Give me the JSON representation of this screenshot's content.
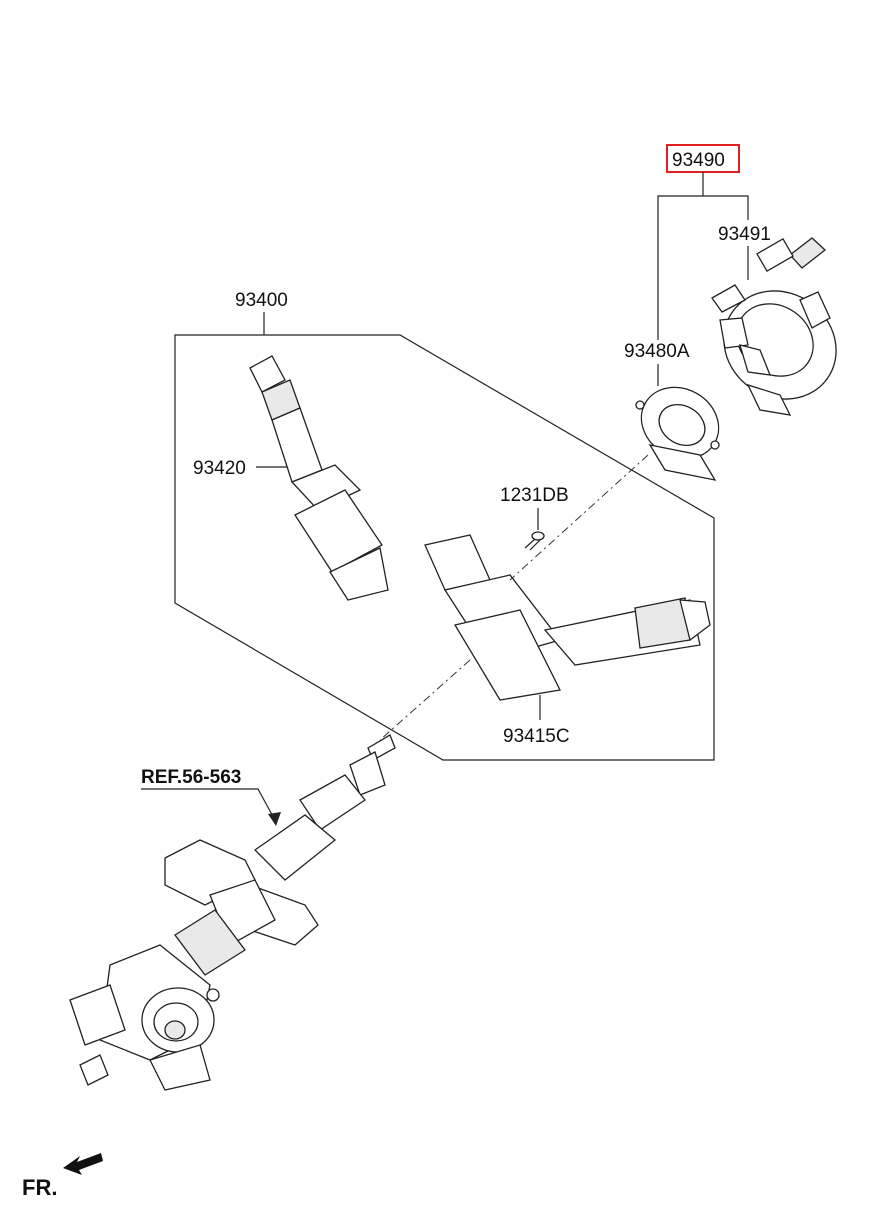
{
  "labels": {
    "assembly_93490": "93490",
    "clock_spring_93491": "93491",
    "ring_93480A": "93480A",
    "switch_assembly_93400": "93400",
    "wiper_switch_93420": "93420",
    "screw_1231DB": "1231DB",
    "light_switch_93415C": "93415C",
    "reference_56_563": "REF.56-563",
    "front_indicator": "FR."
  },
  "colors": {
    "highlight_box": "#e02020",
    "line": "#222222"
  }
}
